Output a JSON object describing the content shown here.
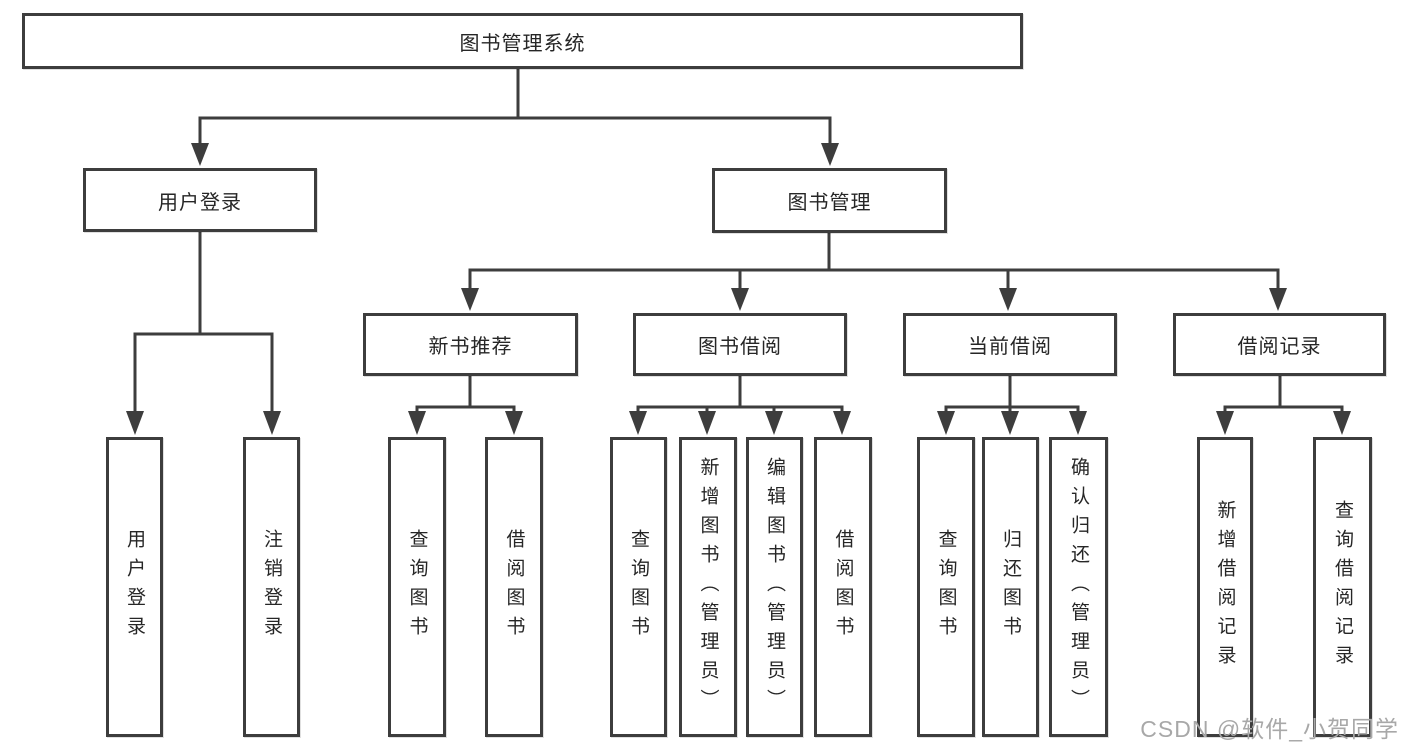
{
  "colors": {
    "line": "#3d3d3d",
    "box_border": "#3d3d3d",
    "text": "#262626",
    "watermark": "#a8a8a8",
    "background": "#ffffff"
  },
  "tree": {
    "root": {
      "label": "图书管理系统"
    },
    "branches": [
      {
        "label": "用户登录",
        "children": [
          {
            "label": "用户登录"
          },
          {
            "label": "注销登录"
          }
        ]
      },
      {
        "label": "图书管理",
        "children": [
          {
            "label": "新书推荐",
            "children": [
              {
                "label": "查询图书"
              },
              {
                "label": "借阅图书"
              }
            ]
          },
          {
            "label": "图书借阅",
            "children": [
              {
                "label": "查询图书"
              },
              {
                "label": "新增图书（管理员）"
              },
              {
                "label": "编辑图书（管理员）"
              },
              {
                "label": "借阅图书"
              }
            ]
          },
          {
            "label": "当前借阅",
            "children": [
              {
                "label": "查询图书"
              },
              {
                "label": "归还图书"
              },
              {
                "label": "确认归还（管理员）"
              }
            ]
          },
          {
            "label": "借阅记录",
            "children": [
              {
                "label": "新增借阅记录"
              },
              {
                "label": "查询借阅记录"
              }
            ]
          }
        ]
      }
    ]
  },
  "watermark": {
    "text": "CSDN @软件_小贺同学"
  }
}
